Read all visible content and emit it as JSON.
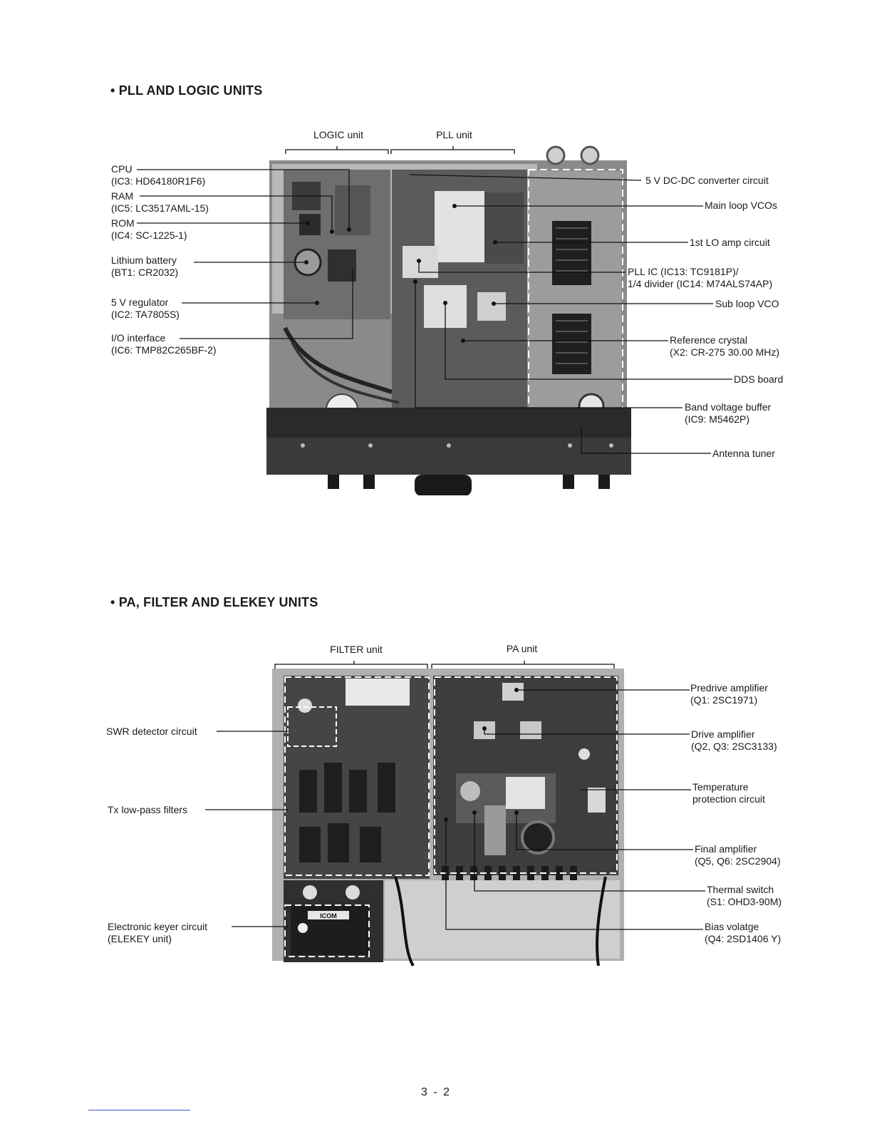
{
  "sections": [
    {
      "heading": "• PLL AND LOGIC UNITS",
      "units": [
        "LOGIC unit",
        "PLL unit"
      ],
      "left_labels": [
        {
          "line1": "CPU",
          "line2": "(IC3: HD64180R1F6)"
        },
        {
          "line1": "RAM",
          "line2": "(IC5: LC3517AML-15)"
        },
        {
          "line1": "ROM",
          "line2": "(IC4: SC-1225-1)"
        },
        {
          "line1": "Lithium battery",
          "line2": "(BT1: CR2032)"
        },
        {
          "line1": "5 V regulator",
          "line2": "(IC2: TA7805S)"
        },
        {
          "line1": "I/O interface",
          "line2": "(IC6: TMP82C265BF-2)"
        }
      ],
      "right_labels": [
        {
          "line1": "5 V DC-DC converter circuit",
          "line2": ""
        },
        {
          "line1": "Main loop VCOs",
          "line2": ""
        },
        {
          "line1": "1st LO amp circuit",
          "line2": ""
        },
        {
          "line1": "PLL IC (IC13: TC9181P)/",
          "line2": "1/4 divider (IC14: M74ALS74AP)"
        },
        {
          "line1": "Sub loop VCO",
          "line2": ""
        },
        {
          "line1": "Reference crystal",
          "line2": "(X2: CR-275 30.00 MHz)"
        },
        {
          "line1": "DDS board",
          "line2": ""
        },
        {
          "line1": "Band voltage buffer",
          "line2": "(IC9: M5462P)"
        },
        {
          "line1": "Antenna tuner",
          "line2": ""
        }
      ]
    },
    {
      "heading": "• PA, FILTER AND ELEKEY UNITS",
      "units": [
        "FILTER unit",
        "PA unit"
      ],
      "left_labels": [
        {
          "line1": "SWR detector circuit",
          "line2": ""
        },
        {
          "line1": "Tx low-pass filters",
          "line2": ""
        },
        {
          "line1": "Electronic keyer circuit",
          "line2": "(ELEKEY unit)"
        }
      ],
      "right_labels": [
        {
          "line1": "Predrive amplifier",
          "line2": "(Q1: 2SC1971)"
        },
        {
          "line1": "Drive amplifier",
          "line2": "(Q2, Q3: 2SC3133)"
        },
        {
          "line1": "Temperature",
          "line2": "protection circuit"
        },
        {
          "line1": "Final amplifier",
          "line2": "(Q5, Q6: 2SC2904)"
        },
        {
          "line1": "Thermal switch",
          "line2": "(S1: OHD3-90M)"
        },
        {
          "line1": "Bias volatge",
          "line2": "(Q4: 2SD1406 Y)"
        }
      ],
      "board_text": "ICOM"
    }
  ],
  "page_number": "3 - 2"
}
